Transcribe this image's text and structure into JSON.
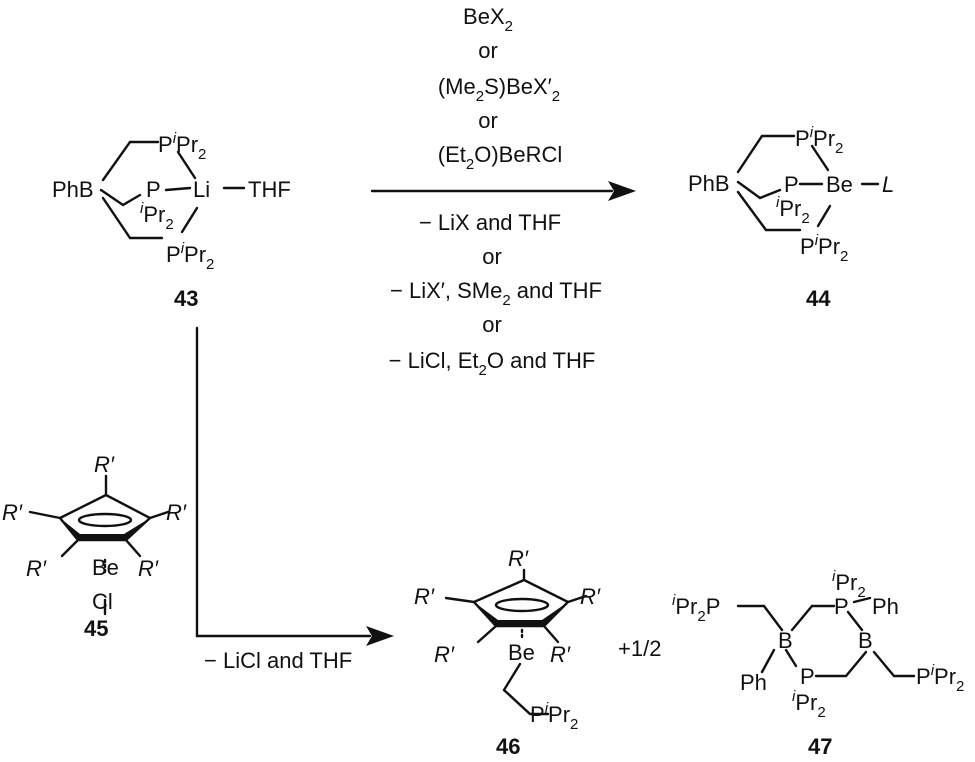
{
  "reagents_top": {
    "line1_main": "BeX",
    "line1_sub": "2",
    "or_1": "or",
    "line2_a": "(Me",
    "line2_sub1": "2",
    "line2_b": "S)BeX′",
    "line2_sub2": "2",
    "or_2": "or",
    "line3_a": "(Et",
    "line3_sub": "2",
    "line3_b": "O)BeRCl"
  },
  "byproducts_top": {
    "line1": "− LiX and THF",
    "or_1": "or",
    "line2_a": "− LiX′, SMe",
    "line2_sub": "2",
    "line2_b": " and THF",
    "or_2": "or",
    "line3_a": "− LiCl, Et",
    "line3_sub": "2",
    "line3_b": "O and THF"
  },
  "byproducts_bottom": "− LiCl and THF",
  "plus_half": "+1/2",
  "compounds": {
    "c43": "43",
    "c44": "44",
    "c45": "45",
    "c46": "46",
    "c47": "47"
  },
  "atoms": {
    "PhB": "PhB",
    "P": "P",
    "Li": "Li",
    "THF": "THF",
    "Be": "Be",
    "L": "L",
    "Cl": "Cl",
    "R": "R′",
    "B": "B",
    "Ph": "Ph",
    "iPr2_i": "i",
    "iPr2_Pr": "Pr",
    "iPr2_2": "2"
  }
}
